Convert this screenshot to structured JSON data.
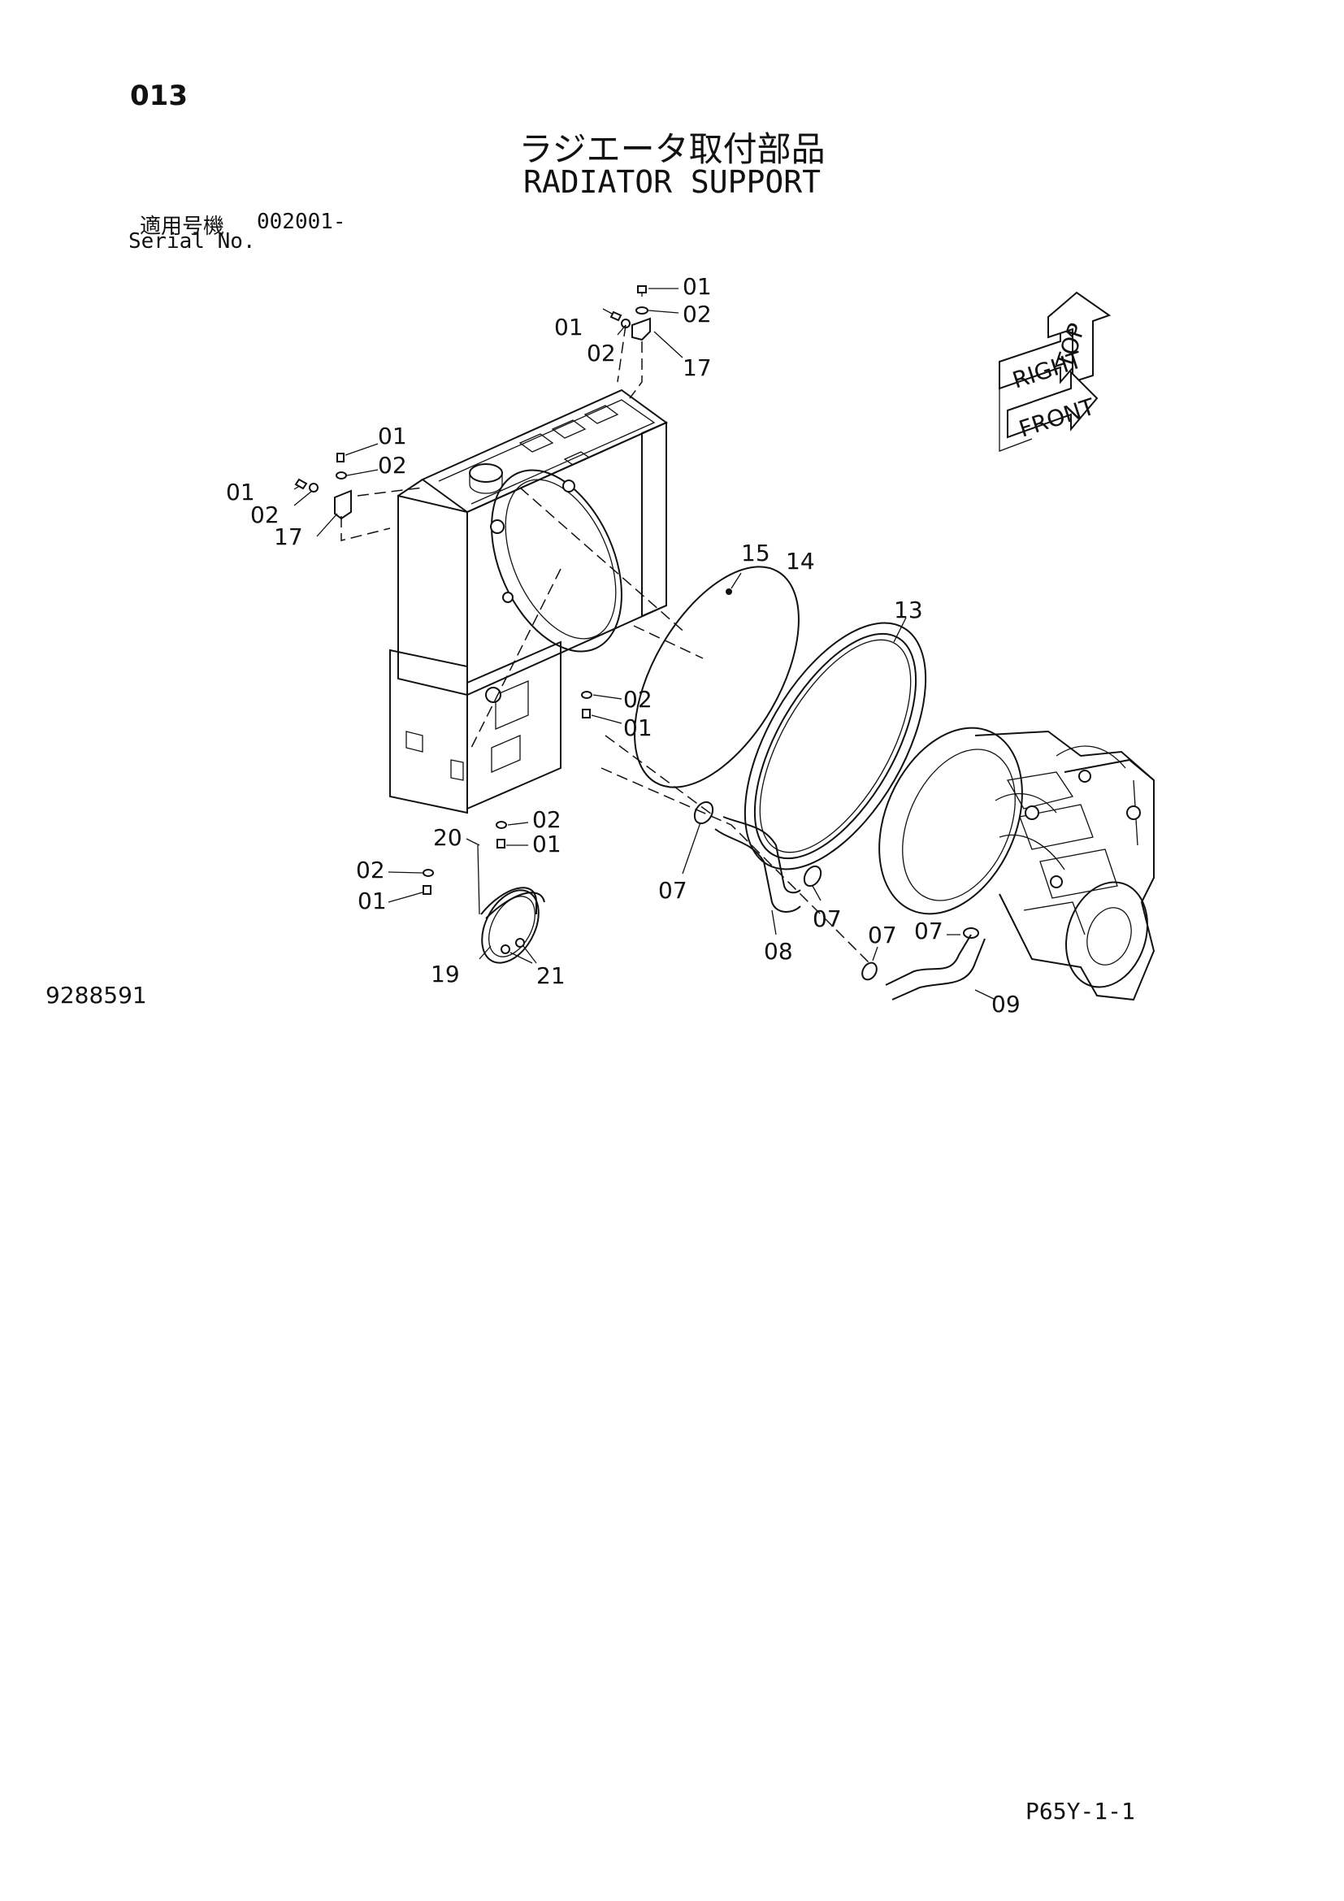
{
  "header": {
    "page_number": "013",
    "title_jp": "ラジエータ取付部品",
    "title_en": "RADIATOR SUPPORT",
    "serial_label_jp": "適用号機",
    "serial_value": "002001-",
    "serial_label_en": "Serial No."
  },
  "compass": {
    "top": "TOP",
    "right": "RIGHT",
    "front": "FRONT"
  },
  "callouts": {
    "c01": "01",
    "c02": "02",
    "c07": "07",
    "c08": "08",
    "c09": "09",
    "c13": "13",
    "c14": "14",
    "c15": "15",
    "c17": "17",
    "c19": "19",
    "c20": "20",
    "c21": "21"
  },
  "footer": {
    "drawing_number": "9288591",
    "sheet_code": "P65Y-1-1"
  }
}
